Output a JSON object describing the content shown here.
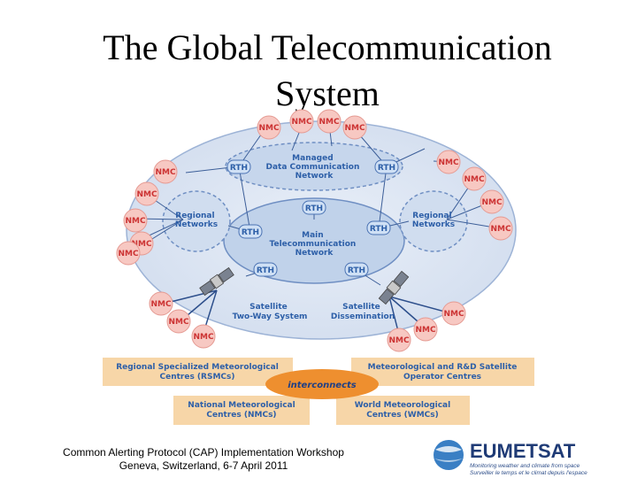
{
  "slide": {
    "title_line1": "The Global Telecommunication",
    "title_line2": "System"
  },
  "diagram": {
    "node_label_nmc": "NMC",
    "node_label_rth": "RTH",
    "managed_network": [
      "Managed",
      "Data Communication",
      "Network"
    ],
    "main_network": [
      "Main",
      "Telecommunication",
      "Network"
    ],
    "regional_left": [
      "Regional",
      "Networks"
    ],
    "regional_right": [
      "Regional",
      "Networks"
    ],
    "satellite_two_way": [
      "Satellite",
      "Two-Way System"
    ],
    "satellite_dissemination": [
      "Satellite",
      "Dissemination"
    ],
    "rsmc_box": [
      "Regional Specialized Meteorological",
      "Centres (RSMCs)"
    ],
    "satellite_operator_box": [
      "Meteorological and R&D Satellite",
      "Operator Centres"
    ],
    "nmc_box": [
      "National Meteorological",
      "Centres (NMCs)"
    ],
    "wmc_box": [
      "World Meteorological",
      "Centres (WMCs)"
    ],
    "interconnects": "interconnects",
    "colors": {
      "outer_ellipse": "#dde6f3",
      "middle_ellipse": "#c6d6ec",
      "inner_ellipse": "#b2c8e6",
      "nmc_circle": "#f7c8c2",
      "nmc_text": "#cc3333",
      "rth_fill": "#cfe0f5",
      "text_blue": "#2d5fa8",
      "legend_box": "#f7d6a8",
      "interconnects_fill": "#ee8f2f"
    }
  },
  "footer": {
    "line1": "Common Alerting Protocol (CAP) Implementation Workshop",
    "line2": "Geneva, Switzerland, 6-7 April 2011"
  },
  "branding": {
    "logo_text": "EUMETSAT",
    "tagline_en": "Monitoring weather and climate from space",
    "tagline_fr": "Surveiller le temps et le climat depuis l'espace"
  }
}
